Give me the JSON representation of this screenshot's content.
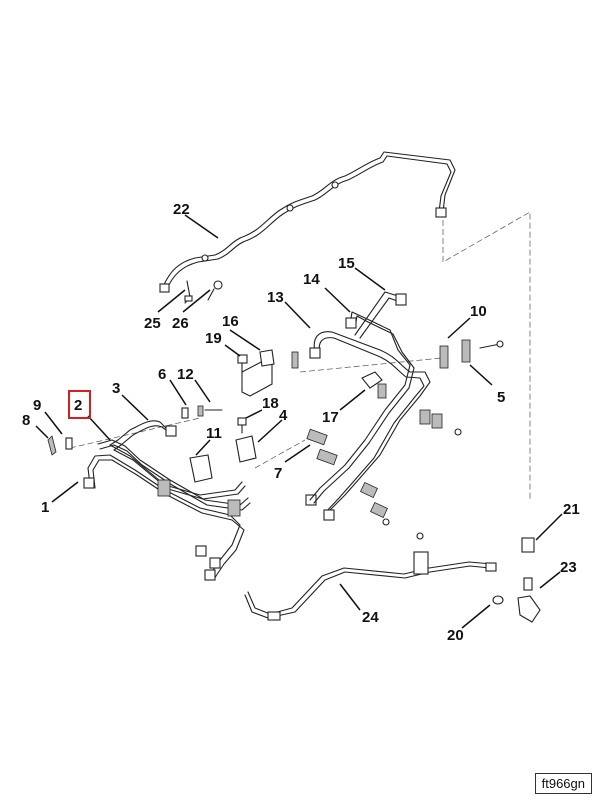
{
  "figure_id": "ft966gn",
  "highlight_color": "#d42020",
  "callouts": {
    "c1": "1",
    "c2": "2",
    "c3": "3",
    "c4": "4",
    "c5": "5",
    "c6": "6",
    "c7": "7",
    "c8": "8",
    "c9": "9",
    "c10": "10",
    "c11": "11",
    "c12": "12",
    "c13": "13",
    "c14": "14",
    "c15": "15",
    "c16": "16",
    "c17": "17",
    "c18": "18",
    "c19": "19",
    "c20": "20",
    "c21": "21",
    "c22": "22",
    "c23": "23",
    "c24": "24",
    "c25": "25",
    "c26": "26"
  },
  "highlighted_callout": "2"
}
